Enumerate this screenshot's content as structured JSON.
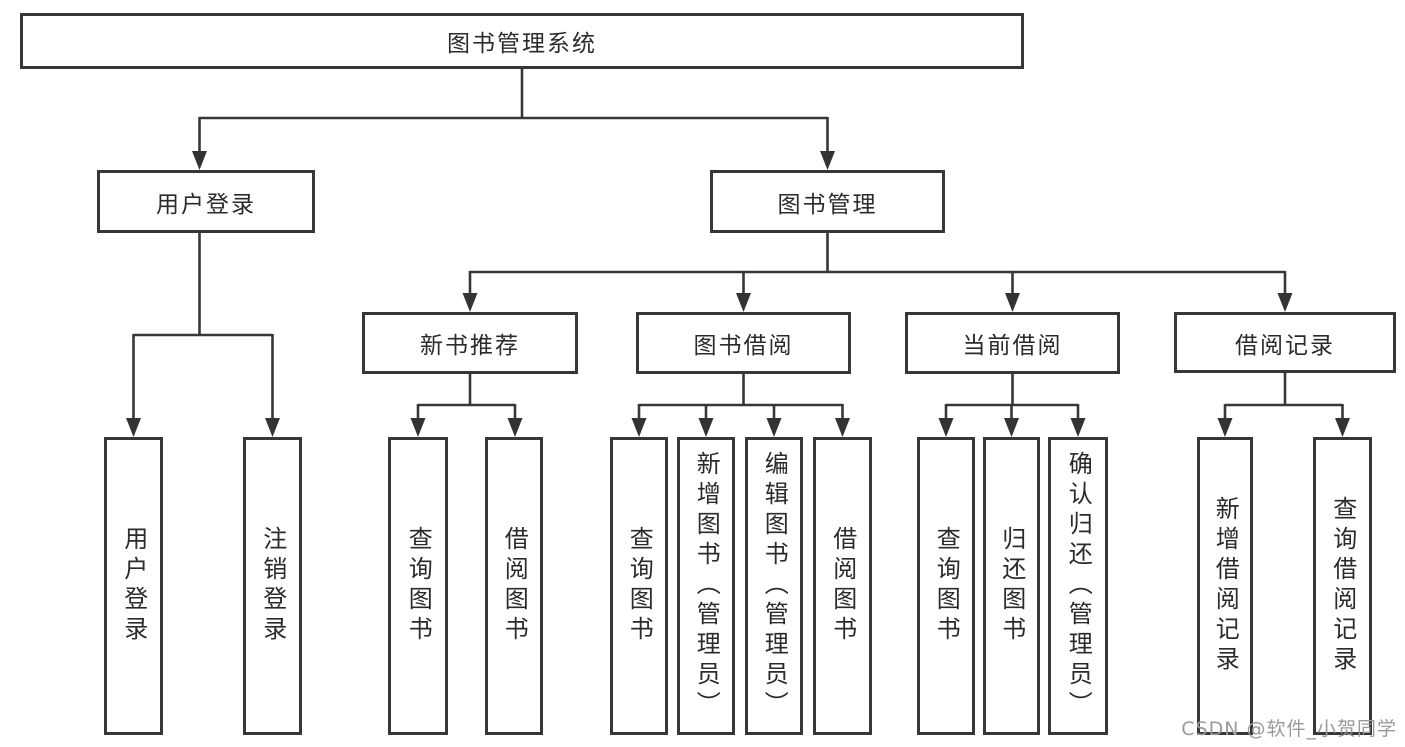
{
  "tree": {
    "label": "图书管理系统",
    "children": [
      {
        "label": "用户登录",
        "children": [
          {
            "label": "用户登录"
          },
          {
            "label": "注销登录"
          }
        ]
      },
      {
        "label": "图书管理",
        "children": [
          {
            "label": "新书推荐",
            "children": [
              {
                "label": "查询图书"
              },
              {
                "label": "借阅图书"
              }
            ]
          },
          {
            "label": "图书借阅",
            "children": [
              {
                "label": "查询图书"
              },
              {
                "label": "新增图书（管理员）"
              },
              {
                "label": "编辑图书（管理员）"
              },
              {
                "label": "借阅图书"
              }
            ]
          },
          {
            "label": "当前借阅",
            "children": [
              {
                "label": "查询图书"
              },
              {
                "label": "归还图书"
              },
              {
                "label": "确认归还（管理员）"
              }
            ]
          },
          {
            "label": "借阅记录",
            "children": [
              {
                "label": "新增借阅记录"
              },
              {
                "label": "查询借阅记录"
              }
            ]
          }
        ]
      }
    ]
  },
  "watermark": {
    "text": "CSDN @软件_小贺同学"
  },
  "colors": {
    "line": "#373737",
    "box_border": "#373737",
    "text": "#2b2b2b",
    "watermark": "#9a9a9a",
    "background": "#ffffff"
  }
}
